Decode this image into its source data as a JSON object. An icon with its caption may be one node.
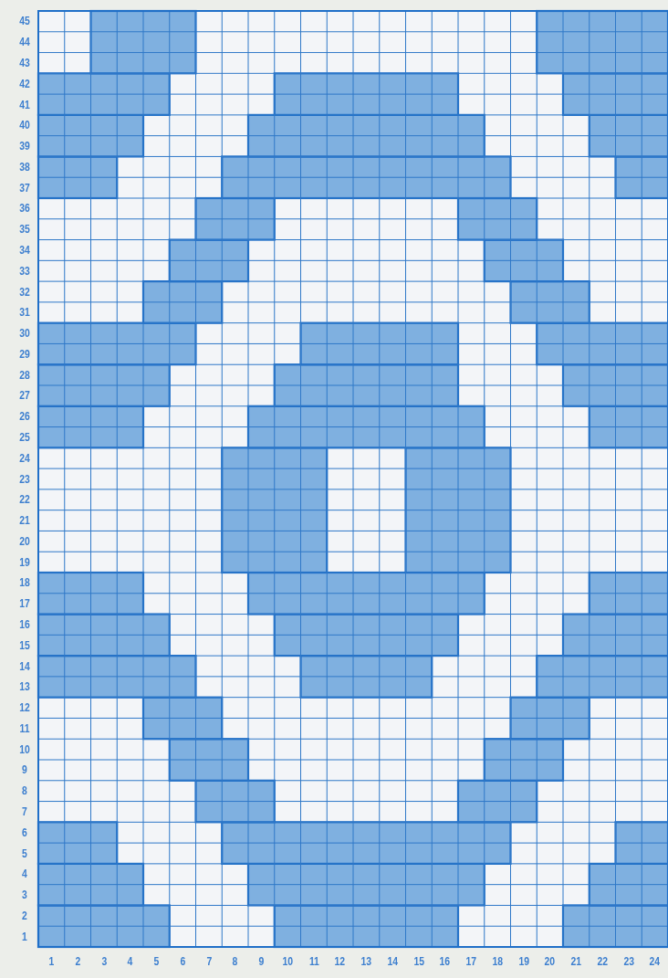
{
  "diagram": {
    "labels": [
      "45",
      "44",
      "43",
      "42",
      "41",
      "40",
      "39",
      "38",
      "37",
      "36",
      "35",
      "34",
      "33",
      "32",
      "31",
      "30",
      "29",
      "28",
      "27",
      "26",
      "25",
      "24",
      "23",
      "22",
      "21",
      "20",
      "19",
      "18",
      "17",
      "16",
      "15",
      "14",
      "13",
      "12",
      "11",
      "10",
      "9",
      "8",
      "7",
      "6",
      "5",
      "4",
      "3",
      "2",
      "1",
      "1",
      "2",
      "3",
      "4",
      "5",
      "6",
      "7",
      "8",
      "9",
      "10",
      "11",
      "12",
      "13",
      "14",
      "15",
      "16",
      "17",
      "18",
      "19",
      "20",
      "21",
      "22",
      "23",
      "24"
    ]
  }
}
